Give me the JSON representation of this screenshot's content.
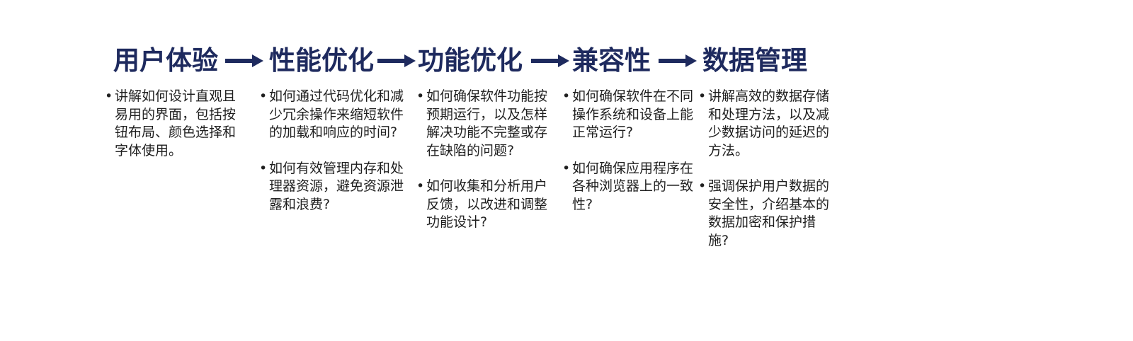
{
  "colors": {
    "title": "#1e2a5e",
    "arrow": "#1e2a5e",
    "text": "#1f1f1f"
  },
  "stages": [
    {
      "title": "用户体验",
      "bullets": [
        "讲解如何设计直观且易用的界面，包括按钮布局、颜色选择和字体使用。"
      ]
    },
    {
      "title": "性能优化",
      "bullets": [
        "如何通过代码优化和减少冗余操作来缩短软件的加载和响应的时间?",
        "如何有效管理内存和处理器资源，避免资源泄露和浪费?"
      ]
    },
    {
      "title": "功能优化",
      "bullets": [
        "如何确保软件功能按预期运行，以及怎样解决功能不完整或存在缺陷的问题?",
        "如何收集和分析用户反馈，以改进和调整功能设计?"
      ]
    },
    {
      "title": "兼容性",
      "bullets": [
        "如何确保软件在不同操作系统和设备上能正常运行?",
        "如何确保应用程序在各种浏览器上的一致性?"
      ]
    },
    {
      "title": "数据管理",
      "bullets": [
        "讲解高效的数据存储和处理方法，以及减少数据访问的延迟的方法。",
        "强调保护用户数据的安全性，介绍基本的数据加密和保护措施?"
      ]
    }
  ]
}
